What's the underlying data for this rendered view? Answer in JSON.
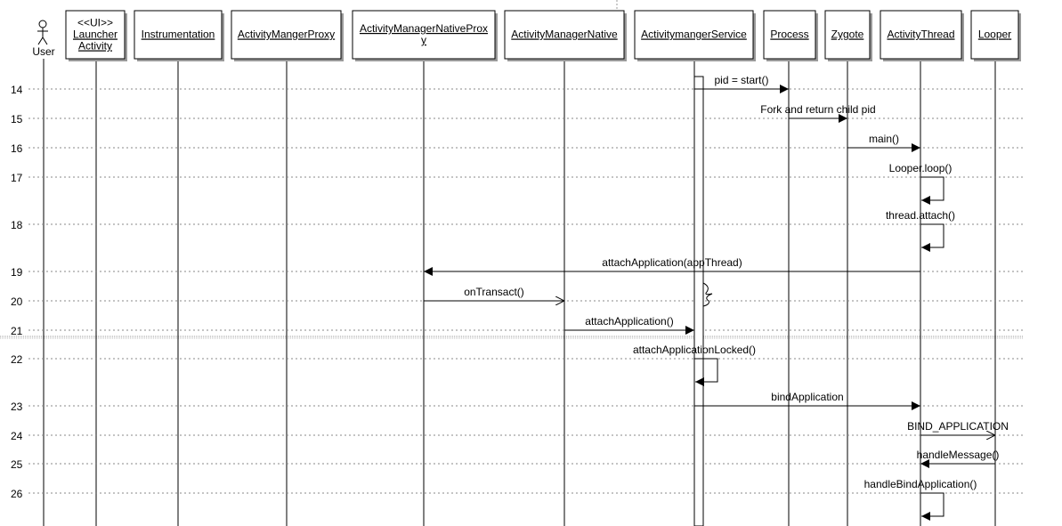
{
  "actor": {
    "label": "User"
  },
  "participants": [
    {
      "stereotype": "<<UI>>",
      "lines": [
        "Launcher",
        "Activity"
      ]
    },
    {
      "lines": [
        "Instrumentation"
      ]
    },
    {
      "lines": [
        "ActivityMangerProxy"
      ]
    },
    {
      "lines": [
        "ActivityManagerNativeProx",
        "y"
      ]
    },
    {
      "lines": [
        "ActivityManagerNative"
      ]
    },
    {
      "lines": [
        "ActivitymangerService"
      ]
    },
    {
      "lines": [
        "Process"
      ]
    },
    {
      "lines": [
        "Zygote"
      ]
    },
    {
      "lines": [
        "ActivityThread"
      ]
    },
    {
      "lines": [
        "Looper"
      ]
    }
  ],
  "rows": [
    "14",
    "15",
    "16",
    "17",
    "18",
    "19",
    "20",
    "21",
    "22",
    "23",
    "24",
    "25",
    "26"
  ],
  "messages": [
    {
      "row": "14",
      "label": "pid = start()",
      "from": "ActivitymangerService",
      "to": "Process"
    },
    {
      "row": "15",
      "label": "Fork and return child pid",
      "from": "Process",
      "to": "Zygote"
    },
    {
      "row": "16",
      "label": "main()",
      "from": "Zygote",
      "to": "ActivityThread"
    },
    {
      "row": "17",
      "label": "Looper.loop()",
      "from": "ActivityThread",
      "to": "ActivityThread",
      "self": true
    },
    {
      "row": "18",
      "label": "thread.attach()",
      "from": "ActivityThread",
      "to": "ActivityThread",
      "self": true
    },
    {
      "row": "19",
      "label": "attachApplication(appThread)",
      "from": "ActivityThread",
      "to": "ActivityManagerNativeProxy"
    },
    {
      "row": "20",
      "label": "onTransact()",
      "from": "ActivityManagerNativeProxy",
      "to": "ActivityManagerNative",
      "async": true
    },
    {
      "row": "21",
      "label": "attachApplication()",
      "from": "ActivityManagerNative",
      "to": "ActivitymangerService"
    },
    {
      "row": "22",
      "label": "attachApplicationLocked()",
      "from": "ActivitymangerService",
      "to": "ActivitymangerService",
      "self": true
    },
    {
      "row": "23",
      "label": "bindApplication",
      "from": "ActivitymangerService",
      "to": "ActivityThread"
    },
    {
      "row": "24",
      "label": "BIND_APPLICATION",
      "from": "ActivityThread",
      "to": "Looper",
      "async": true
    },
    {
      "row": "25",
      "label": "handleMessage()",
      "from": "Looper",
      "to": "ActivityThread"
    },
    {
      "row": "26",
      "label": "handleBindApplication()",
      "from": "ActivityThread",
      "to": "ActivityThread",
      "self": true
    }
  ],
  "colors": {
    "line": "#000000",
    "grid": "#888888",
    "background": "#ffffff"
  }
}
